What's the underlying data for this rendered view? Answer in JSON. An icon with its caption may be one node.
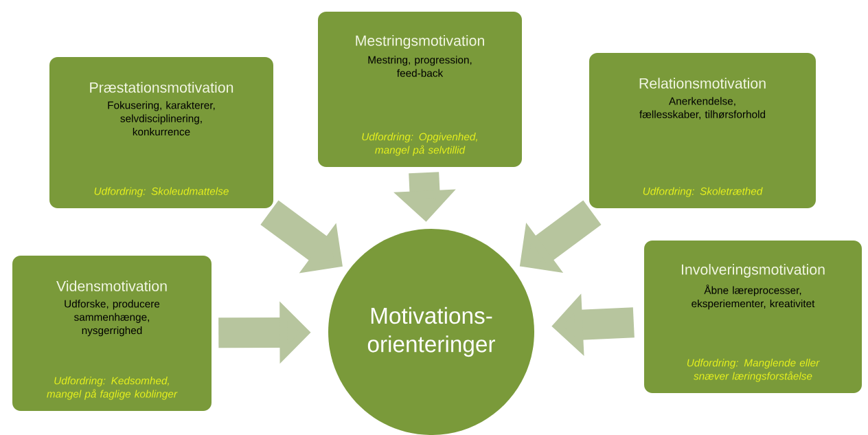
{
  "diagram": {
    "nodes": [
      {
        "text": [
          "Præstationsmotivation",
          "Fokusering, karakterer, selvdisciplinering, konkurrence",
          "Udfordring: Skoleudmattelse"
        ]
      },
      {
        "text": [
          "Mestringsmotivation",
          "Mestring, progression, feed-back",
          "Udfordring: Opgivenhed, mangel på selvtillid"
        ]
      },
      {
        "text": [
          "Relationsmotivation",
          "Anerkendelse, fællesskaber, tilhørsforhold",
          "Udfordring: Skoletræthed"
        ]
      },
      {
        "text": [
          "Vidensmotivation",
          "Udforske, producere sammenhænge, nysgerrighed",
          "Udfordring: Kedsomhed, mangel på faglige koblinger"
        ]
      },
      {
        "text": [
          "Motivations- orienteringer"
        ]
      },
      {
        "text": [
          "Involveringsmotivation",
          "Åbne læreprocesser, eksperiementer, kreativitet",
          "Udfordring: Manglende eller snæver læringsforståelse"
        ]
      }
    ],
    "edges": [
      {
        "from": 0,
        "to": 4,
        "arrow": "to"
      },
      {
        "from": 1,
        "to": 4,
        "arrow": "to"
      },
      {
        "from": 2,
        "to": 4,
        "arrow": "to"
      },
      {
        "from": 3,
        "to": 4,
        "arrow": "to"
      },
      {
        "from": 5,
        "to": 4,
        "arrow": "to"
      }
    ]
  }
}
